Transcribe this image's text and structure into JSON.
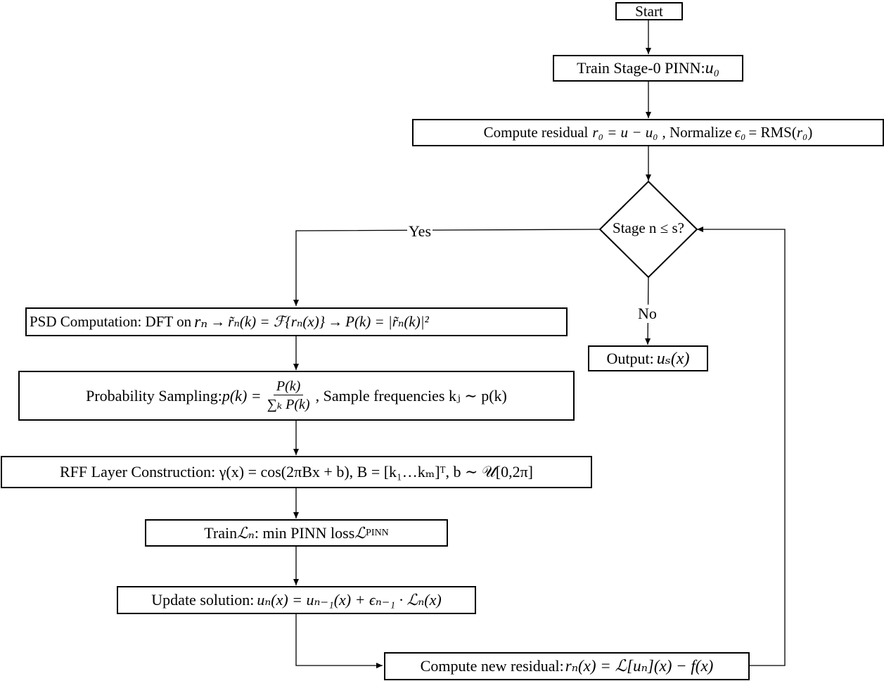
{
  "nodes": {
    "start": "Start",
    "train0": {
      "text": "Train Stage-0 PINN: ",
      "math": "u₀"
    },
    "residual0": {
      "prefix": "Compute residual ",
      "math1": "r₀ = u − u₀",
      "mid": " , Normalize ",
      "math2": "ϵ₀",
      "suffix": " = RMS( ",
      "math3": "r₀",
      "close": " )"
    },
    "decision": "Stage n ≤ s?",
    "output": {
      "text": "Output: ",
      "math": "uₛ(x)"
    },
    "psd": {
      "prefix": "PSD Computation:  DFT on ",
      "math1": "rₙ",
      "arrow1": " → ",
      "math2": "r̃ₙ(k) = ℱ{rₙ(x)}",
      "arrow2": " → ",
      "math3": "P(k) = |r̃ₙ(k)|²"
    },
    "sampling": {
      "prefix": "Probability Sampling:  ",
      "lhs": "p(k) = ",
      "num": "P(k)",
      "den": "∑ₖ P(k)",
      "suffix": " ,  Sample frequencies kⱼ ∼ p(k)"
    },
    "rff": "RFF Layer Construction: γ(x) = cos(2πBx + b), B = [k₁…kₘ]ᵀ, b ∼ 𝒰[0,2π]",
    "train_n": {
      "prefix": "Train  ",
      "math1": "ℒₙ",
      "mid": " :  min PINN loss  ",
      "math2": "ℒ",
      "sub": "PINN"
    },
    "update": {
      "text": "Update solution: ",
      "math": "uₙ(x) = uₙ₋₁(x) + ϵₙ₋₁ · ℒₙ(x)"
    },
    "new_residual": {
      "text": "Compute new residual: ",
      "math": "rₙ(x) = ℒ[uₙ](x) − f(x)"
    }
  },
  "edge_labels": {
    "yes": "Yes",
    "no": "No"
  }
}
